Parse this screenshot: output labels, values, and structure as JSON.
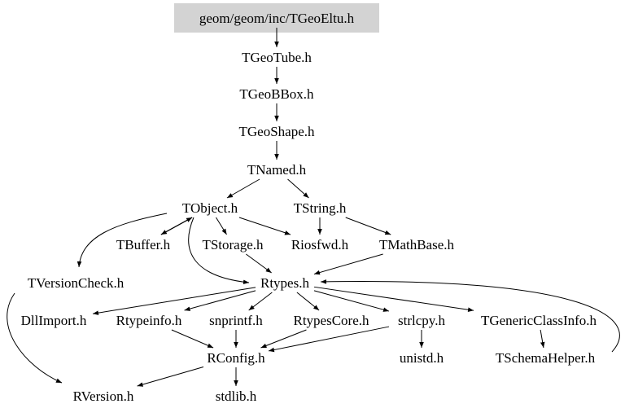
{
  "root": "geom/geom/inc/TGeoEltu.h",
  "colors": {
    "root_fill": "#d3d3d3",
    "edge": "#000000",
    "background": "#ffffff"
  },
  "nodes": [
    {
      "id": "eltu",
      "label": "geom/geom/inc/TGeoEltu.h"
    },
    {
      "id": "tube",
      "label": "TGeoTube.h"
    },
    {
      "id": "bbox",
      "label": "TGeoBBox.h"
    },
    {
      "id": "shape",
      "label": "TGeoShape.h"
    },
    {
      "id": "named",
      "label": "TNamed.h"
    },
    {
      "id": "tobject",
      "label": "TObject.h"
    },
    {
      "id": "tstring",
      "label": "TString.h"
    },
    {
      "id": "tbuffer",
      "label": "TBuffer.h"
    },
    {
      "id": "tstorage",
      "label": "TStorage.h"
    },
    {
      "id": "riosfwd",
      "label": "Riosfwd.h"
    },
    {
      "id": "tmathbase",
      "label": "TMathBase.h"
    },
    {
      "id": "tversioncheck",
      "label": "TVersionCheck.h"
    },
    {
      "id": "rtypes",
      "label": "Rtypes.h"
    },
    {
      "id": "dllimport",
      "label": "DllImport.h"
    },
    {
      "id": "rtypeinfo",
      "label": "Rtypeinfo.h"
    },
    {
      "id": "snprintf",
      "label": "snprintf.h"
    },
    {
      "id": "rtypescore",
      "label": "RtypesCore.h"
    },
    {
      "id": "strlcpy",
      "label": "strlcpy.h"
    },
    {
      "id": "tgenericclassinfo",
      "label": "TGenericClassInfo.h"
    },
    {
      "id": "rconfig",
      "label": "RConfig.h"
    },
    {
      "id": "unistd",
      "label": "unistd.h"
    },
    {
      "id": "tschemahelper",
      "label": "TSchemaHelper.h"
    },
    {
      "id": "rversion",
      "label": "RVersion.h"
    },
    {
      "id": "stdlib",
      "label": "stdlib.h"
    }
  ],
  "edges": [
    [
      "eltu",
      "tube"
    ],
    [
      "tube",
      "bbox"
    ],
    [
      "bbox",
      "shape"
    ],
    [
      "shape",
      "named"
    ],
    [
      "named",
      "tobject"
    ],
    [
      "named",
      "tstring"
    ],
    [
      "tobject",
      "tbuffer"
    ],
    [
      "tbuffer",
      "tobject"
    ],
    [
      "tobject",
      "tstorage"
    ],
    [
      "tobject",
      "riosfwd"
    ],
    [
      "tobject",
      "tversioncheck"
    ],
    [
      "tobject",
      "rtypes"
    ],
    [
      "tstring",
      "riosfwd"
    ],
    [
      "tstring",
      "tmathbase"
    ],
    [
      "tstorage",
      "rtypes"
    ],
    [
      "tmathbase",
      "rtypes"
    ],
    [
      "rtypes",
      "dllimport"
    ],
    [
      "rtypes",
      "rtypeinfo"
    ],
    [
      "rtypes",
      "snprintf"
    ],
    [
      "rtypes",
      "rtypescore"
    ],
    [
      "rtypes",
      "strlcpy"
    ],
    [
      "rtypes",
      "tgenericclassinfo"
    ],
    [
      "rtypeinfo",
      "rconfig"
    ],
    [
      "snprintf",
      "rconfig"
    ],
    [
      "rtypescore",
      "rconfig"
    ],
    [
      "strlcpy",
      "rconfig"
    ],
    [
      "strlcpy",
      "unistd"
    ],
    [
      "tgenericclassinfo",
      "tschemahelper"
    ],
    [
      "tschemahelper",
      "rtypes"
    ],
    [
      "tversioncheck",
      "rversion"
    ],
    [
      "rconfig",
      "rversion"
    ],
    [
      "rconfig",
      "stdlib"
    ]
  ]
}
